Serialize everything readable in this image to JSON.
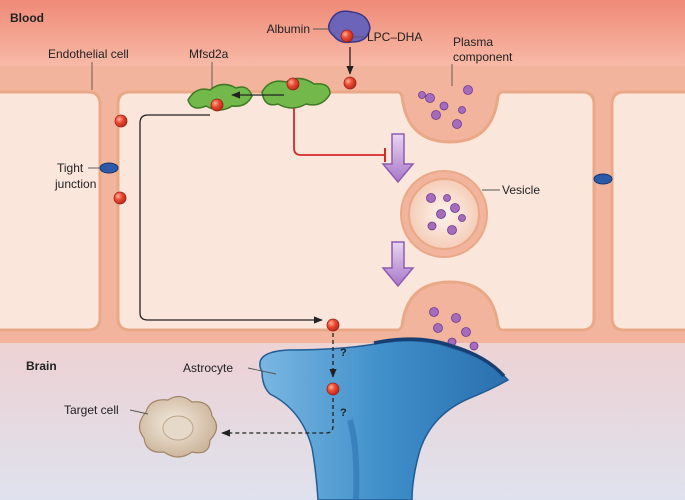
{
  "regions": {
    "top": "Blood",
    "bottom": "Brain"
  },
  "labels": {
    "albumin": "Albumin",
    "lpc_dha": "LPC–DHA",
    "plasma_line1": "Plasma",
    "plasma_line2": "component",
    "endothelial": "Endothelial cell",
    "mfsd2a": "Mfsd2a",
    "tight_line1": "Tight",
    "tight_line2": "junction",
    "vesicle": "Vesicle",
    "astrocyte": "Astrocyte",
    "target_cell": "Target cell"
  },
  "unknown_marks": [
    "?",
    "?"
  ],
  "colors": {
    "blood_bg": "#f08a78",
    "brain_bg": "#dfe3f0",
    "cell_fill": "#fbe6dc",
    "cell_outline": "#e9a987",
    "albumin": "#6c64b8",
    "lpc_dha": "#e8402c",
    "mfsd2a": "#72b84a",
    "tight_junction": "#2b5aa8",
    "inhibition": "#d22a2a",
    "flow_arrow": "#b182cf",
    "plasma_particles": "#9a5fb3",
    "astrocyte": "#3f8fca",
    "target_cell": "#d8c3aa"
  }
}
